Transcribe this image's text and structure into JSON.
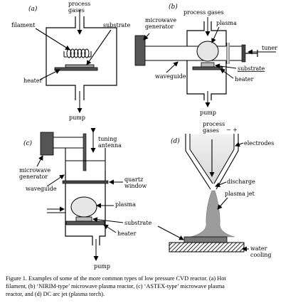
{
  "panels": {
    "a": {
      "letter": "(a)",
      "labels": {
        "process_gases": "process\ngases",
        "filament": "filament",
        "substrate": "substrate",
        "heater": "heater",
        "pump": "pump"
      }
    },
    "b": {
      "letter": "(b)",
      "labels": {
        "process_gases": "process gases",
        "plasma": "plasma",
        "microwave_generator": "microwave\ngenerator",
        "tuner": "tuner",
        "waveguide": "waveguide",
        "substrate": "substrate",
        "heater": "heater",
        "pump": "pump"
      }
    },
    "c": {
      "letter": "(c)",
      "labels": {
        "tuning_antenna": "tuning\nantenna",
        "microwave_generator": "microwave\ngenerator",
        "quartz_window": "quartz\nwindow",
        "waveguide": "waveguide",
        "plasma": "plasma",
        "substrate": "substrate",
        "heater": "heater",
        "pump": "pump"
      }
    },
    "d": {
      "letter": "(d)",
      "labels": {
        "process_gases": "process\ngases",
        "electrodes": "electrodes",
        "discharge": "discharge",
        "plasma_jet": "plasma jet",
        "water_cooling": "water\ncooling"
      }
    }
  },
  "caption": {
    "lines": [
      "Figure 1. Examples of some of the more common types of low pressure CVD reactor. (a) Hot",
      "filament, (b) ‘NIRIM-type’ microwave plasma reactor, (c) ‘ASTEX-type’ microwave plasma",
      "reactor, and (d) DC arc jet (plasma torch)."
    ]
  }
}
